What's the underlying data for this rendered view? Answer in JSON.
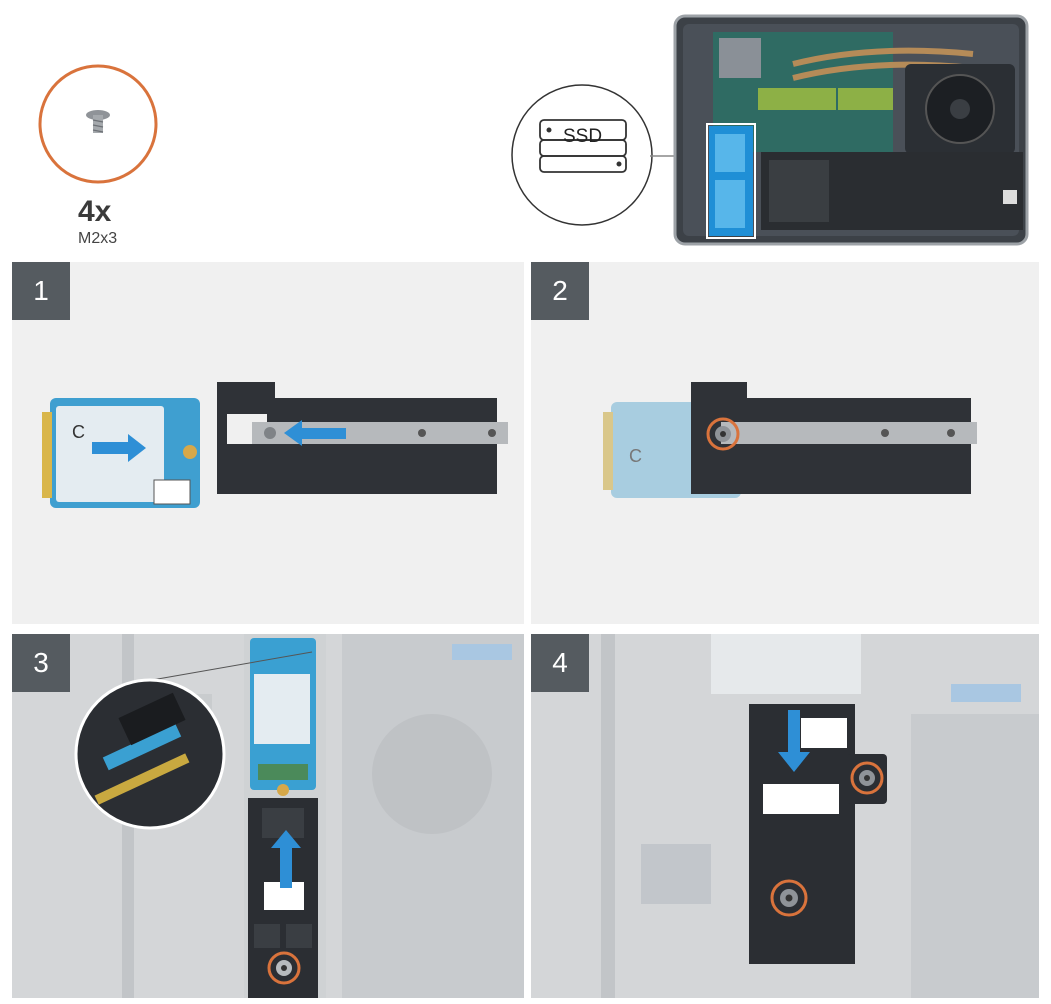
{
  "screw": {
    "count": "4x",
    "type": "M2x3"
  },
  "callout": {
    "label": "SSD"
  },
  "steps": [
    {
      "number": "1"
    },
    {
      "number": "2"
    },
    {
      "number": "3"
    },
    {
      "number": "4"
    }
  ],
  "colors": {
    "screw_ring": "#d9733c",
    "arrow": "#2e8fd6",
    "step_badge": "#555b60",
    "panel_bg": "#f0f0f0",
    "highlight_box": "#ffffff"
  }
}
